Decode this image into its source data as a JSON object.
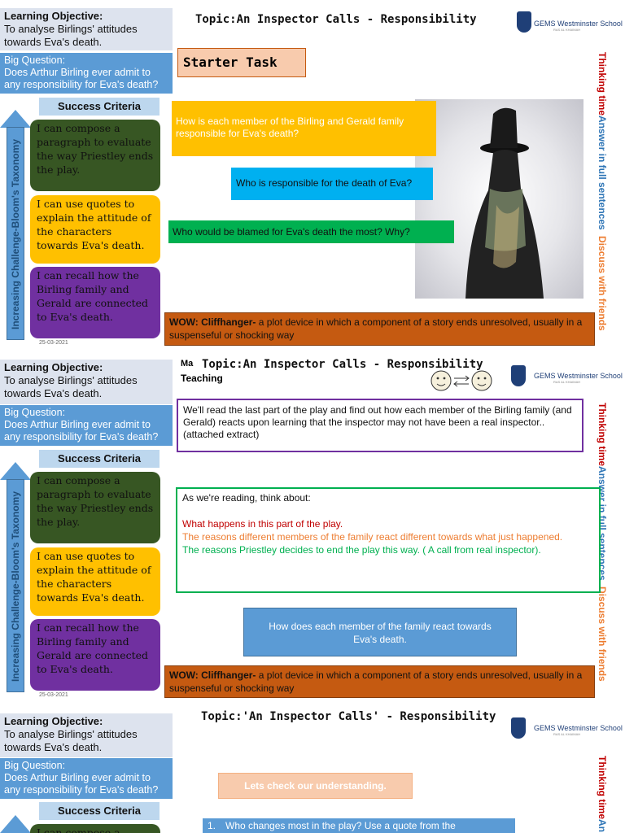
{
  "slides": [
    {
      "objective_label": "Learning Objective:",
      "objective_text": "To analyse Birlings' attitudes towards Eva's death.",
      "big_question_label": "Big Question:",
      "big_question_text": "Does Arthur Birling ever admit to any responsibility for Eva's death?",
      "success_criteria": "Success Criteria",
      "criteria": [
        "I can compose a paragraph to evaluate the way Priestley ends  the play.",
        "I can use quotes to explain the attitude of the characters towards Eva's death.",
        "I can recall how the Birling family and Gerald are connected to Eva's death."
      ],
      "taxonomy": "Increasing Challenge-Bloom's Taxonomy",
      "date": "25-03-2021",
      "topic": "Topic:An Inspector Calls - Responsibility",
      "school": "GEMS Westminster School",
      "school_sub": "RAS AL KHAIMAH",
      "side": [
        "Thinking time",
        "Answer in full sentences",
        "Discuss with friends"
      ],
      "starter": "Starter Task",
      "questions": [
        "How is each member of the Birling and Gerald family responsible for Eva's death?",
        "Who is responsible for the death of Eva?",
        "Who would be blamed for Eva's death the most? Why?"
      ],
      "wow_label": "WOW:  Cliffhanger-",
      "wow_text": " a plot device in which a component of a story ends unresolved, usually in a suspenseful or shocking way"
    },
    {
      "objective_label": "Learning Objective:",
      "objective_text": "To analyse Birlings' attitudes towards Eva's death.",
      "big_question_label": "Big Question:",
      "big_question_text": "Does Arthur Birling ever admit to any responsibility for Eva's death?",
      "success_criteria": "Success Criteria",
      "criteria": [
        "I can compose a paragraph to evaluate the way Priestley ends  the play.",
        "I can use quotes to explain the attitude of the characters towards Eva's death.",
        "I can recall how the Birling family and Gerald are connected to Eva's death."
      ],
      "taxonomy": "Increasing Challenge-Bloom's Taxonomy",
      "date": "25-03-2021",
      "ma": "Ma",
      "teaching": "Teaching",
      "topic": "Topic:An Inspector Calls - Responsibility",
      "school": "GEMS Westminster School",
      "school_sub": "RAS AL KHAIMAH",
      "side": [
        "Thinking time",
        "Answer in full sentences",
        "Discuss with friends"
      ],
      "purple_text": "We'll read the last part of the play and  find out how each member of the Birling family (and Gerald) reacts upon learning that the inspector may not have been a real  inspector..  (attached extract)",
      "think_title": "As we're reading, think about:",
      "think_red": "What happens in this part of the play.",
      "think_orange": "The reasons different members of the family react different towards what just happened.",
      "think_green": "The reasons Priestley decides to end the play this way. ( A call from real inspector).",
      "blue_box": "How does each member of the family react towards Eva's death.",
      "wow_label": "WOW:  Cliffhanger-",
      "wow_text": " a plot device in which a component of a story ends unresolved, usually in a suspenseful or shocking way"
    },
    {
      "objective_label": "Learning Objective:",
      "objective_text": "To analyse Birlings' attitudes towards Eva's death.",
      "big_question_label": "Big Question:",
      "big_question_text": "Does Arthur Birling ever admit to any responsibility for Eva's death?",
      "success_criteria": "Success Criteria",
      "criteria": [
        "I can compose a"
      ],
      "topic": "Topic:'An Inspector Calls' - Responsibility",
      "school": "GEMS Westminster School",
      "school_sub": "RAS AL KHAIMAH",
      "side": [
        "Thinking time",
        "An"
      ],
      "check": "Lets check our understanding.",
      "q1_num": "1.",
      "q1": "Who changes most in the play? Use a quote from the"
    }
  ]
}
